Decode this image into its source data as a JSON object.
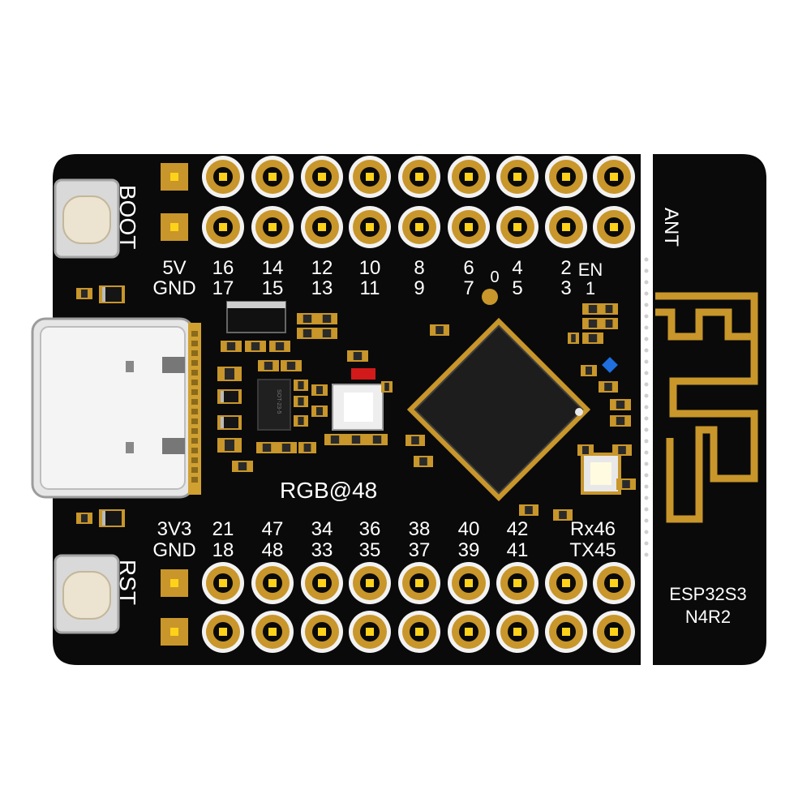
{
  "board": {
    "buttons": {
      "boot": "BOOT",
      "rst": "RST"
    },
    "rgb_label": "RGB@48",
    "antenna_label": "ANT",
    "module": {
      "line1": "ESP32S3",
      "line2": "N4R2"
    },
    "top_pins_row1": [
      "5V",
      "16",
      "14",
      "12",
      "10",
      "8",
      "6",
      "4",
      "2"
    ],
    "top_pins_row2": [
      "GND",
      "17",
      "15",
      "13",
      "11",
      "9",
      "7",
      "5",
      "3"
    ],
    "top_extra": {
      "en": "EN",
      "one": "1",
      "zero": "0"
    },
    "bottom_pins_row1": [
      "3V3",
      "21",
      "47",
      "34",
      "36",
      "38",
      "40",
      "42",
      "Rx46"
    ],
    "bottom_pins_row2": [
      "GND",
      "18",
      "48",
      "33",
      "35",
      "37",
      "39",
      "41",
      "TX45"
    ],
    "chip_marking": "SOT-23-5"
  },
  "colors": {
    "pcb": "#0a0a0a",
    "gold": "#c8962a",
    "silk": "#ffffff",
    "pad_yellow": "#ffd21a"
  }
}
